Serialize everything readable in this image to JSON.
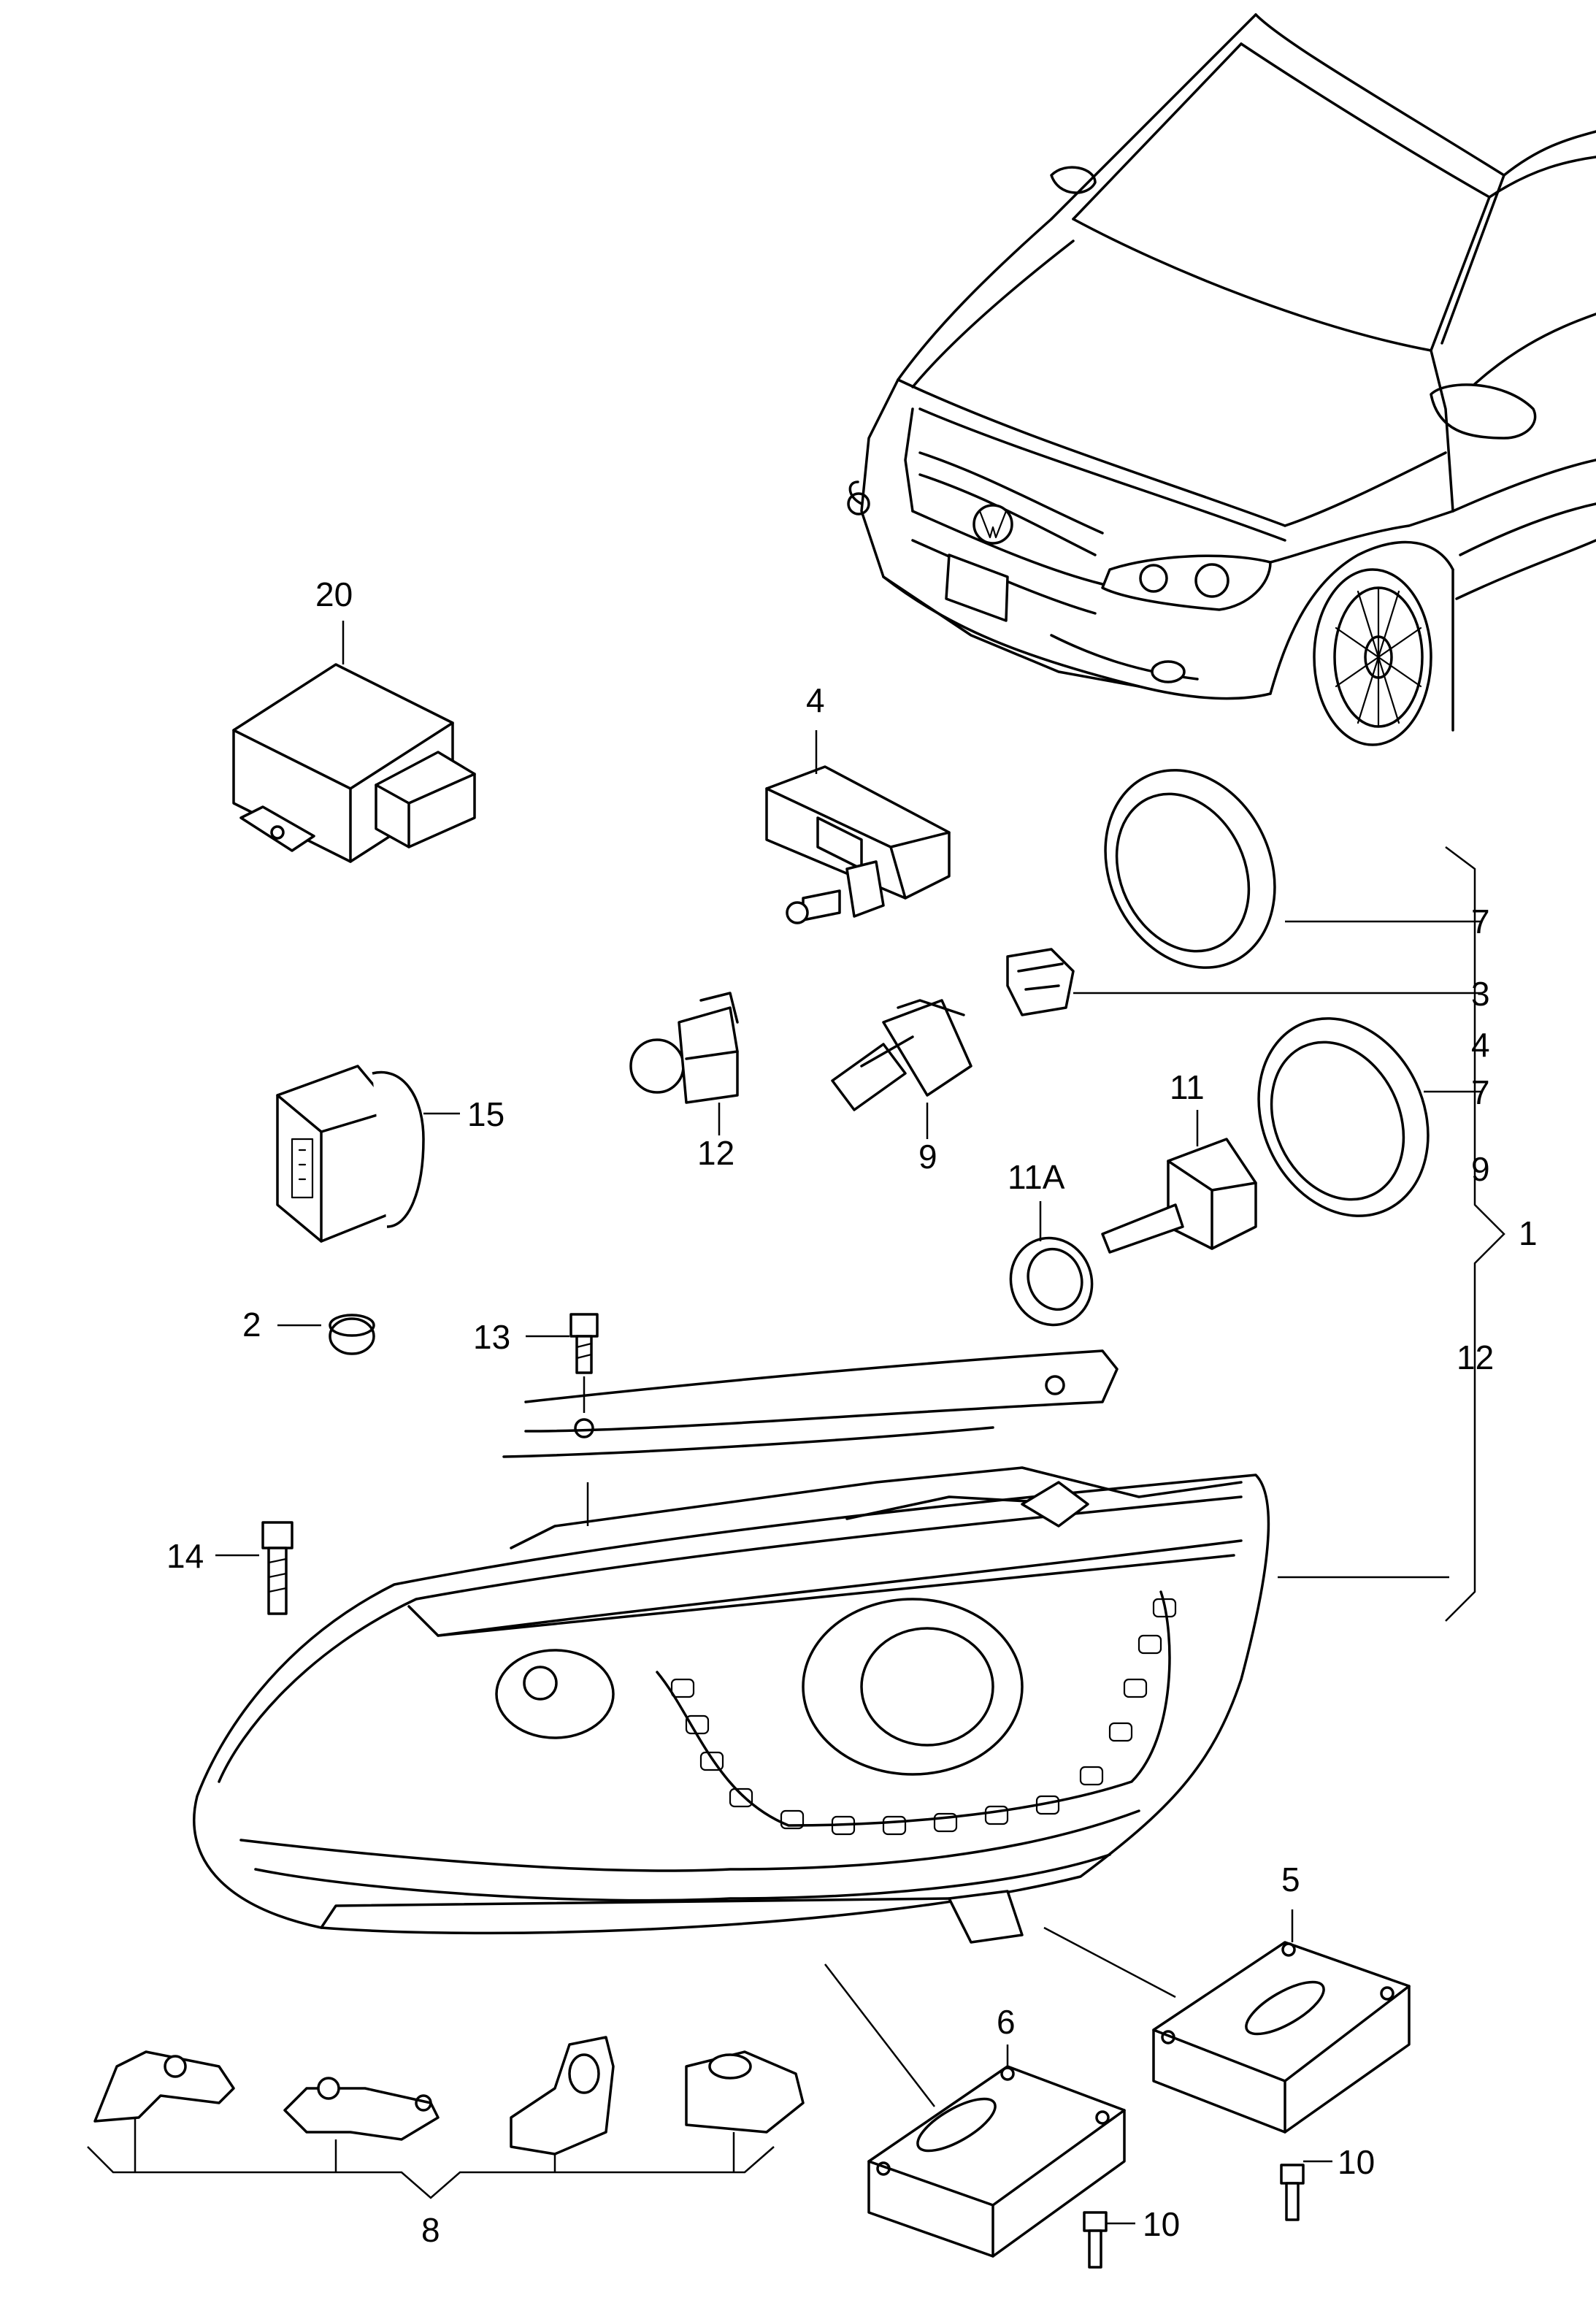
{
  "callouts": [
    {
      "id": "c20",
      "text": "20"
    },
    {
      "id": "c4a",
      "text": "4"
    },
    {
      "id": "c7a",
      "text": "7"
    },
    {
      "id": "c3",
      "text": "3"
    },
    {
      "id": "c4b",
      "text": "4"
    },
    {
      "id": "c7b",
      "text": "7"
    },
    {
      "id": "c9b",
      "text": "9"
    },
    {
      "id": "c11",
      "text": "11"
    },
    {
      "id": "c11a",
      "text": "11A"
    },
    {
      "id": "c15",
      "text": "15"
    },
    {
      "id": "c12a",
      "text": "12"
    },
    {
      "id": "c9a",
      "text": "9"
    },
    {
      "id": "c1",
      "text": "1"
    },
    {
      "id": "c2",
      "text": "2"
    },
    {
      "id": "c13",
      "text": "13"
    },
    {
      "id": "c12b",
      "text": "12"
    },
    {
      "id": "c14",
      "text": "14"
    },
    {
      "id": "c5",
      "text": "5"
    },
    {
      "id": "c6",
      "text": "6"
    },
    {
      "id": "c10a",
      "text": "10"
    },
    {
      "id": "c10b",
      "text": "10"
    },
    {
      "id": "c8",
      "text": "8"
    }
  ]
}
